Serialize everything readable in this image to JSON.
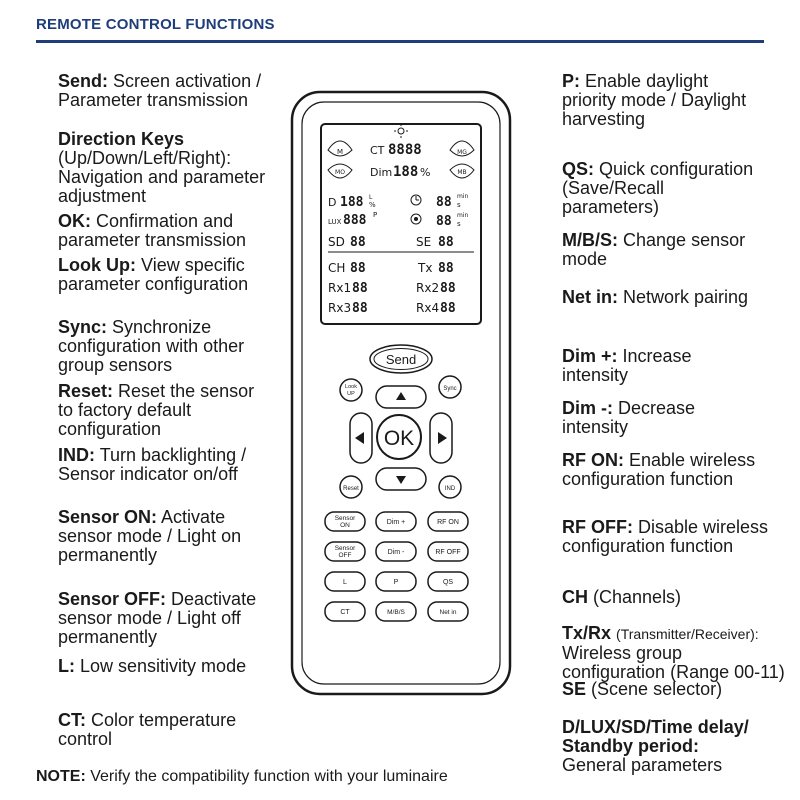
{
  "header": {
    "title": "REMOTE CONTROL FUNCTIONS"
  },
  "left": [
    {
      "key": "Send:",
      "desc": "Screen activation /",
      "desc2": "Parameter transmission"
    },
    {
      "key": "Direction Keys",
      "desc": "(Up/Down/Left/Right):",
      "desc2": "Navigation and parameter",
      "desc3": "adjustment"
    },
    {
      "key": "OK:",
      "desc": "Confirmation and",
      "desc2": "parameter transmission"
    },
    {
      "key": "Look Up:",
      "desc": "View specific",
      "desc2": "parameter configuration"
    },
    {
      "key": "Sync:",
      "desc": "Synchronize",
      "desc2": "configuration with other",
      "desc3": "group sensors"
    },
    {
      "key": "Reset:",
      "desc": "Reset the sensor",
      "desc2": "to factory default",
      "desc3": "configuration"
    },
    {
      "key": "IND:",
      "desc": "Turn backlighting /",
      "desc2": "Sensor indicator on/off"
    },
    {
      "key": "Sensor ON:",
      "desc": "Activate",
      "desc2": "sensor mode / Light on",
      "desc3": "permanently"
    },
    {
      "key": "Sensor OFF:",
      "desc": "Deactivate",
      "desc2": "sensor mode / Light off",
      "desc3": "permanently"
    },
    {
      "key": "L:",
      "desc": "Low sensitivity mode"
    },
    {
      "key": "CT:",
      "desc": "Color temperature",
      "desc2": "control"
    }
  ],
  "right": [
    {
      "key": "P:",
      "desc": "Enable daylight",
      "desc2": "priority mode / Daylight",
      "desc3": "harvesting"
    },
    {
      "key": "QS:",
      "desc": "Quick configuration",
      "desc2": "(Save/Recall",
      "desc3": "parameters)"
    },
    {
      "key": "M/B/S:",
      "desc": "Change sensor",
      "desc2": "mode"
    },
    {
      "key": "Net in:",
      "desc": "Network pairing"
    },
    {
      "key": "Dim +:",
      "desc": "Increase",
      "desc2": "intensity"
    },
    {
      "key": "Dim -:",
      "desc": "Decrease",
      "desc2": "intensity"
    },
    {
      "key": "RF ON:",
      "desc": "Enable wireless",
      "desc2": "configuration function"
    },
    {
      "key": "RF OFF:",
      "desc": "Disable wireless",
      "desc2": "configuration function"
    },
    {
      "key": "CH",
      "desc": "(Channels)"
    },
    {
      "key": "Tx/Rx",
      "desc": "(Transmitter/Receiver):",
      "desc2": "Wireless group",
      "desc3": "configuration (Range 00-11)"
    },
    {
      "key": "SE",
      "desc": "(Scene selector)"
    },
    {
      "key": "D/LUX/SD/Time delay/",
      "desc": "Standby period:",
      "desc2": "General parameters"
    }
  ],
  "note": {
    "key": "NOTE:",
    "text": "Verify the compatibility function with your luminaire"
  },
  "lcd": {
    "ct": "CT",
    "ct_digits": "8888",
    "dim": "Dim",
    "dim_digits": "188",
    "pct": "%",
    "m": "M",
    "mo": "MO",
    "mg": "MG",
    "mb": "MB",
    "d": "D",
    "d_digits": "188",
    "l": "L",
    "pct2": "%",
    "lux": "LUX",
    "lux_digits": "888",
    "p": "P",
    "sd": "SD",
    "sd_digits": "88",
    "se": "SE",
    "se_digits": "88",
    "t1_digits": "88",
    "min": "min",
    "s": "s",
    "t2_digits": "88",
    "min2": "min",
    "s2": "s",
    "ch": "CH",
    "ch_digits": "88",
    "tx": "Tx",
    "tx_digits": "88",
    "rx1": "Rx1",
    "rx1_digits": "88",
    "rx2": "Rx2",
    "rx2_digits": "88",
    "rx3": "Rx3",
    "rx3_digits": "88",
    "rx4": "Rx4",
    "rx4_digits": "88"
  },
  "buttons": {
    "send": "Send",
    "ok": "OK",
    "lookup1": "Look",
    "lookup2": "UP",
    "sync": "Sync",
    "reset": "Reset",
    "ind": "IND",
    "sensor_on1": "Sensor",
    "sensor_on2": "ON",
    "dim_plus": "Dim +",
    "rf_on": "RF ON",
    "sensor_off1": "Sensor",
    "sensor_off2": "OFF",
    "dim_minus": "Dim -",
    "rf_off": "RF OFF",
    "l": "L",
    "p": "P",
    "qs": "QS",
    "ct": "CT",
    "mbs": "M/B/S",
    "netin": "Net in"
  }
}
